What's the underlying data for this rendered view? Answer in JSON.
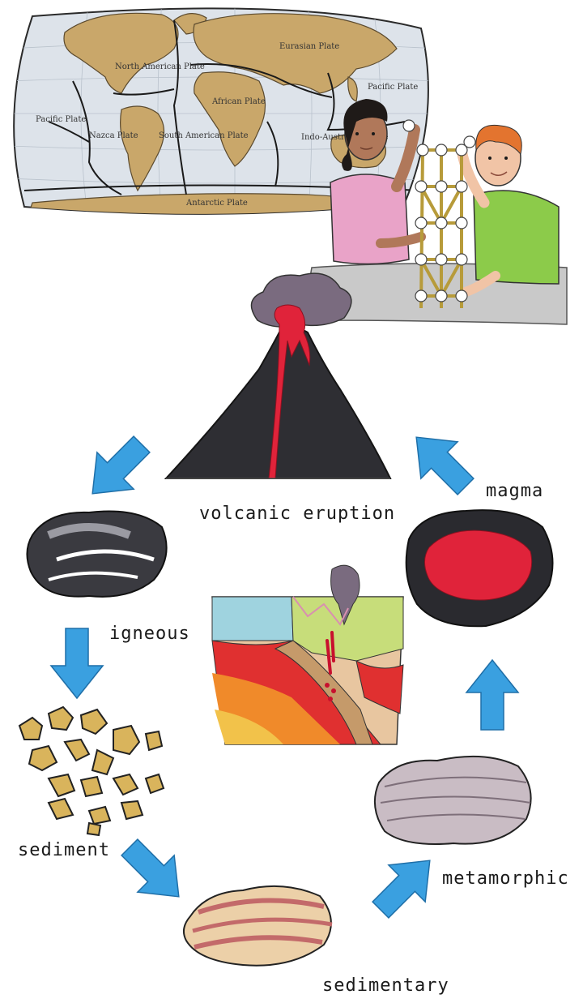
{
  "map": {
    "plates": [
      {
        "id": "eurasian",
        "label": "Eurasian Plate"
      },
      {
        "id": "north-american",
        "label": "North American Plate"
      },
      {
        "id": "pacific-left",
        "label": "Pacific Plate"
      },
      {
        "id": "nazca",
        "label": "Nazca Plate"
      },
      {
        "id": "south-american",
        "label": "South American Plate"
      },
      {
        "id": "african",
        "label": "African Plate"
      },
      {
        "id": "indo-australian",
        "label": "Indo-Australian Plate"
      },
      {
        "id": "pacific-right",
        "label": "Pacific Plate"
      },
      {
        "id": "antarctic",
        "label": "Antarctic Plate"
      }
    ]
  },
  "cycle": {
    "stages": [
      {
        "id": "volcanic-eruption",
        "label": "volcanic eruption"
      },
      {
        "id": "igneous",
        "label": "igneous"
      },
      {
        "id": "sediment",
        "label": "sediment"
      },
      {
        "id": "sedimentary",
        "label": "sedimentary"
      },
      {
        "id": "metamorphic",
        "label": "metamorphic"
      },
      {
        "id": "magma",
        "label": "magma"
      }
    ]
  },
  "colors": {
    "ocean": "#dde3ea",
    "land": "#c9a76a",
    "arrow": "#3aa0e0",
    "lava": "#e0233a",
    "rock_dark": "#2e2e33",
    "pink_shirt": "#e9a3c8",
    "green_shirt": "#8ccb4a"
  }
}
